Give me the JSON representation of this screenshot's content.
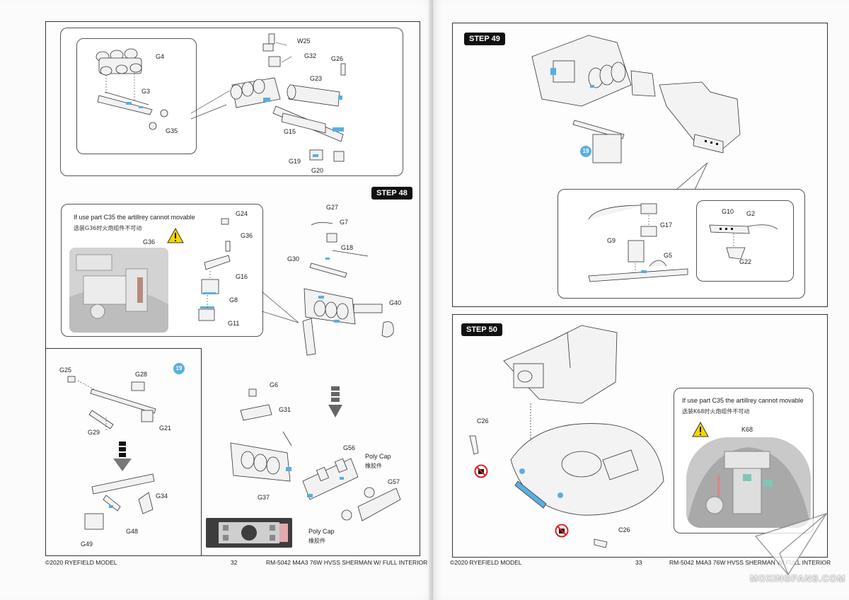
{
  "left_page": {
    "step48": {
      "title": "STEP 48"
    },
    "top_parts": [
      "W25",
      "G4",
      "G32",
      "G26",
      "G3",
      "G23",
      "G35",
      "G15",
      "G19",
      "G20"
    ],
    "note": {
      "text_en": "If use part C35 the artillrey cannot movable",
      "text_cn": "选装G36时火炮组件不可动",
      "photo_label": "G36",
      "parts": [
        "G24",
        "G36",
        "G16",
        "G8",
        "G11"
      ]
    },
    "main_parts": [
      "G27",
      "G7",
      "G18",
      "G30",
      "G40"
    ],
    "sub19": {
      "badge": "19",
      "parts": [
        "G25",
        "G28",
        "G29",
        "G21",
        "G34",
        "G48",
        "G49"
      ]
    },
    "lower_parts": [
      "G6",
      "G31",
      "G56",
      "G37",
      "G57"
    ],
    "poly_cap_1": {
      "en": "Poly Cap",
      "cn": "橡胶件"
    },
    "poly_cap_2": {
      "en": "Poly Cap",
      "cn": "橡胶件"
    },
    "footer": {
      "copyright": "©2020 RYEFIELD MODEL",
      "page": "32",
      "product": "RM-5042  M4A3 76W HVSS SHERMAN W/ FULL INTERIOR"
    }
  },
  "right_page": {
    "step49": {
      "title": "STEP 49",
      "badge": "19",
      "parts": [
        "G10",
        "G2",
        "G17",
        "G9",
        "G5",
        "G22"
      ]
    },
    "step50": {
      "title": "STEP 50",
      "parts": [
        "C26",
        "C26"
      ],
      "note_en": "If use part C35 the artillrey cannot movable",
      "note_cn": "选装K68时火炮组件不可动",
      "photo_label": "K68"
    },
    "footer": {
      "copyright": "©2020 RYEFIELD MODEL",
      "page": "33",
      "product": "RM-5042  M4A3 76W HVSS SHERMAN W/ FULL INTERIOR"
    }
  },
  "watermark": {
    "text": "MOXINGFANS.COM"
  },
  "colors": {
    "highlight": "#5aaee0",
    "warning": "#f5d800",
    "prohibit": "#e02020"
  }
}
